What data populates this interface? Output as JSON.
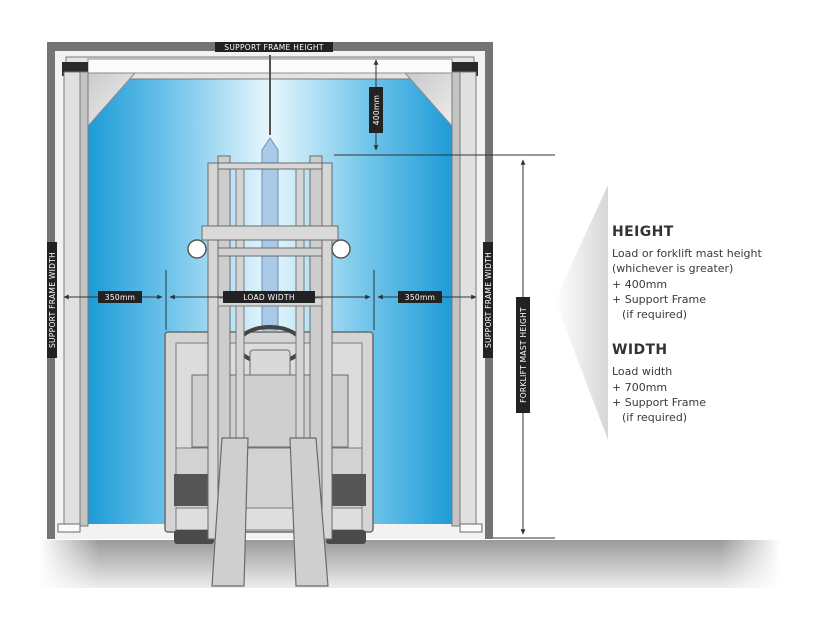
{
  "labels": {
    "support_frame_height": "SUPPORT FRAME HEIGHT",
    "support_frame_width_left": "SUPPORT FRAME WIDTH",
    "support_frame_width_right": "SUPPORT FRAME WIDTH",
    "top_clearance": "400mm",
    "side_clearance_left": "350mm",
    "side_clearance_right": "350mm",
    "load_width": "LOAD WIDTH",
    "forklift_mast_height": "FORKLIFT MAST HEIGHT"
  },
  "info": {
    "height": {
      "title": "HEIGHT",
      "lines": [
        "Load or forklift mast height",
        "(whichever is greater)",
        "+ 400mm",
        "+ Support Frame",
        "(if required)"
      ]
    },
    "width": {
      "title": "WIDTH",
      "lines": [
        "Load width",
        "+ 700mm",
        "+ Support Frame",
        "(if required)"
      ]
    }
  },
  "colors": {
    "frame": "#6f6f6f",
    "label_bg": "#222222",
    "glass_center": "#e6f6fd",
    "glass_edge": "#1e9dd8",
    "forklift": "#c9c9c9",
    "text": "#3a3a3a"
  }
}
